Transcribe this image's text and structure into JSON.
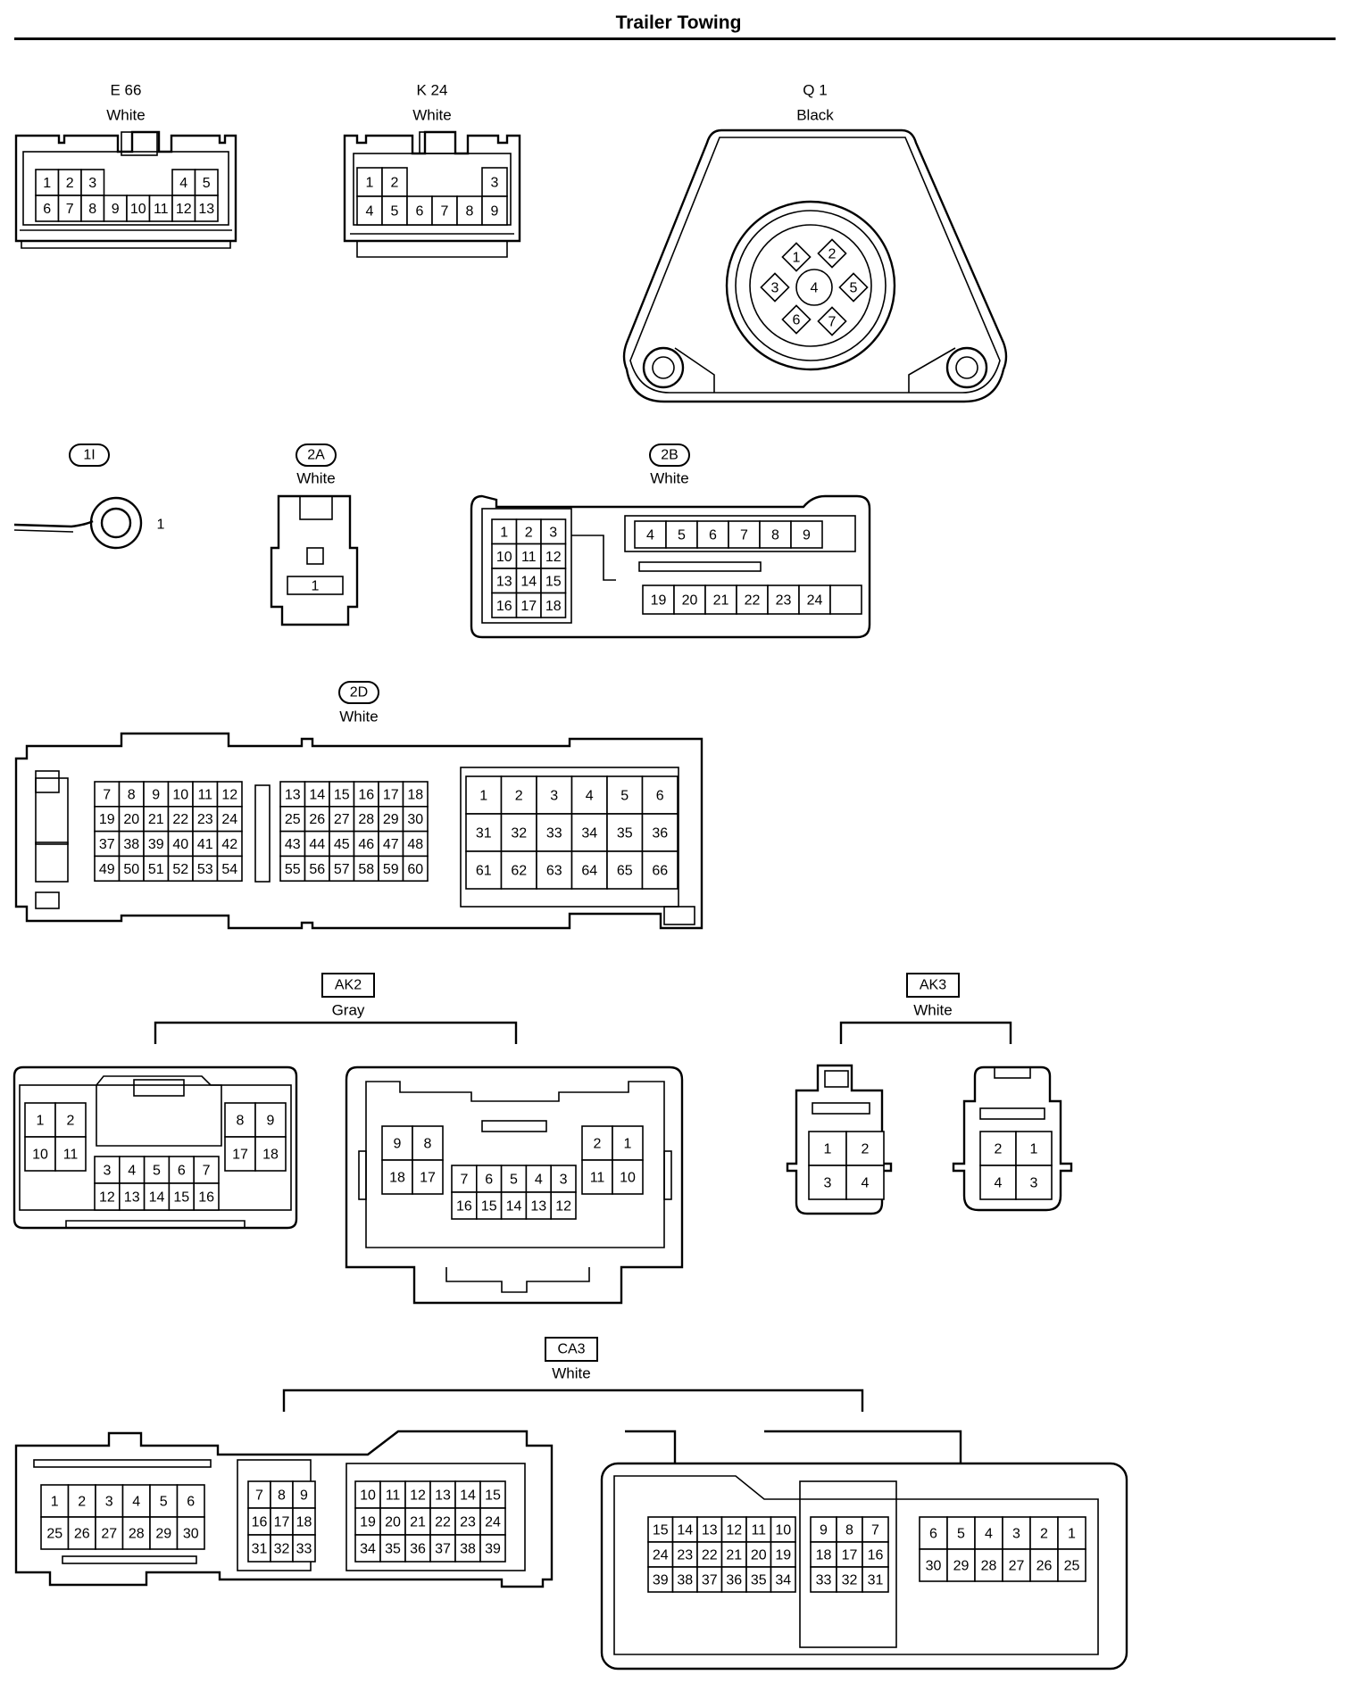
{
  "title": "Trailer Towing",
  "connectors": [
    {
      "id": "e66",
      "code": "E 66",
      "color": "White",
      "boxed": false,
      "grids": [
        {
          "rows": [
            [
              "1",
              "2",
              "3",
              "",
              "",
              "",
              "4",
              "5"
            ],
            [
              "6",
              "7",
              "8",
              "9",
              "10",
              "11",
              "12",
              "13"
            ]
          ]
        }
      ]
    },
    {
      "id": "k24",
      "code": "K 24",
      "color": "White",
      "boxed": false,
      "grids": [
        {
          "rows": [
            [
              "1",
              "2",
              "",
              "",
              "",
              "3"
            ],
            [
              "4",
              "5",
              "6",
              "7",
              "8",
              "9"
            ]
          ]
        }
      ]
    },
    {
      "id": "q1",
      "code": "Q 1",
      "color": "Black",
      "boxed": false,
      "pins": [
        "1",
        "2",
        "3",
        "4",
        "5",
        "6",
        "7"
      ]
    },
    {
      "id": "c1i",
      "code": "1I",
      "color": "",
      "boxed": "pill",
      "pins": [
        "1"
      ]
    },
    {
      "id": "c2a",
      "code": "2A",
      "color": "White",
      "boxed": "pill",
      "pins": [
        "1"
      ]
    },
    {
      "id": "c2b",
      "code": "2B",
      "color": "White",
      "boxed": "pill",
      "grids": [
        {
          "rows": [
            [
              "1",
              "2",
              "3"
            ],
            [
              "10",
              "11",
              "12"
            ],
            [
              "13",
              "14",
              "15"
            ],
            [
              "16",
              "17",
              "18"
            ]
          ]
        },
        {
          "rows": [
            [
              "4",
              "5",
              "6",
              "7",
              "8",
              "9"
            ]
          ]
        },
        {
          "rows": [
            [
              "19",
              "20",
              "21",
              "22",
              "23",
              "24",
              ""
            ]
          ]
        }
      ]
    },
    {
      "id": "c2d",
      "code": "2D",
      "color": "White",
      "boxed": "pill",
      "grids": [
        {
          "rows": [
            [
              "7",
              "8",
              "9",
              "10",
              "11",
              "12"
            ],
            [
              "19",
              "20",
              "21",
              "22",
              "23",
              "24"
            ],
            [
              "37",
              "38",
              "39",
              "40",
              "41",
              "42"
            ],
            [
              "49",
              "50",
              "51",
              "52",
              "53",
              "54"
            ]
          ]
        },
        {
          "rows": [
            [
              "13",
              "14",
              "15",
              "16",
              "17",
              "18"
            ],
            [
              "25",
              "26",
              "27",
              "28",
              "29",
              "30"
            ],
            [
              "43",
              "44",
              "45",
              "46",
              "47",
              "48"
            ],
            [
              "55",
              "56",
              "57",
              "58",
              "59",
              "60"
            ]
          ]
        },
        {
          "rows": [
            [
              "1",
              "2",
              "3",
              "4",
              "5",
              "6"
            ],
            [
              "31",
              "32",
              "33",
              "34",
              "35",
              "36"
            ],
            [
              "61",
              "62",
              "63",
              "64",
              "65",
              "66"
            ]
          ]
        }
      ]
    },
    {
      "id": "ak2",
      "code": "AK2",
      "color": "Gray",
      "boxed": "box",
      "grids": [
        {
          "rows": [
            [
              "1",
              "2"
            ],
            [
              "10",
              "11"
            ]
          ]
        },
        {
          "rows": [
            [
              "3",
              "4",
              "5",
              "6",
              "7"
            ],
            [
              "12",
              "13",
              "14",
              "15",
              "16"
            ]
          ]
        },
        {
          "rows": [
            [
              "8",
              "9"
            ],
            [
              "17",
              "18"
            ]
          ]
        },
        {
          "rows": [
            [
              "9",
              "8"
            ],
            [
              "18",
              "17"
            ]
          ]
        },
        {
          "rows": [
            [
              "7",
              "6",
              "5",
              "4",
              "3"
            ],
            [
              "16",
              "15",
              "14",
              "13",
              "12"
            ]
          ]
        },
        {
          "rows": [
            [
              "2",
              "1"
            ],
            [
              "11",
              "10"
            ]
          ]
        }
      ]
    },
    {
      "id": "ak3",
      "code": "AK3",
      "color": "White",
      "boxed": "box",
      "grids": [
        {
          "rows": [
            [
              "1",
              "2"
            ],
            [
              "3",
              "4"
            ]
          ]
        },
        {
          "rows": [
            [
              "2",
              "1"
            ],
            [
              "4",
              "3"
            ]
          ]
        }
      ]
    },
    {
      "id": "ca3",
      "code": "CA3",
      "color": "White",
      "boxed": "box",
      "grids": [
        {
          "rows": [
            [
              "1",
              "2",
              "3",
              "4",
              "5",
              "6"
            ],
            [
              "25",
              "26",
              "27",
              "28",
              "29",
              "30"
            ]
          ]
        },
        {
          "rows": [
            [
              "7",
              "8",
              "9"
            ],
            [
              "16",
              "17",
              "18"
            ],
            [
              "31",
              "32",
              "33"
            ]
          ]
        },
        {
          "rows": [
            [
              "10",
              "11",
              "12",
              "13",
              "14",
              "15"
            ],
            [
              "19",
              "20",
              "21",
              "22",
              "23",
              "24"
            ],
            [
              "34",
              "35",
              "36",
              "37",
              "38",
              "39"
            ]
          ]
        },
        {
          "rows": [
            [
              "15",
              "14",
              "13",
              "12",
              "11",
              "10"
            ],
            [
              "24",
              "23",
              "22",
              "21",
              "20",
              "19"
            ],
            [
              "39",
              "38",
              "37",
              "36",
              "35",
              "34"
            ]
          ]
        },
        {
          "rows": [
            [
              "9",
              "8",
              "7"
            ],
            [
              "18",
              "17",
              "16"
            ],
            [
              "33",
              "32",
              "31"
            ]
          ]
        },
        {
          "rows": [
            [
              "6",
              "5",
              "4",
              "3",
              "2",
              "1"
            ],
            [
              "30",
              "29",
              "28",
              "27",
              "26",
              "25"
            ]
          ]
        }
      ]
    }
  ]
}
